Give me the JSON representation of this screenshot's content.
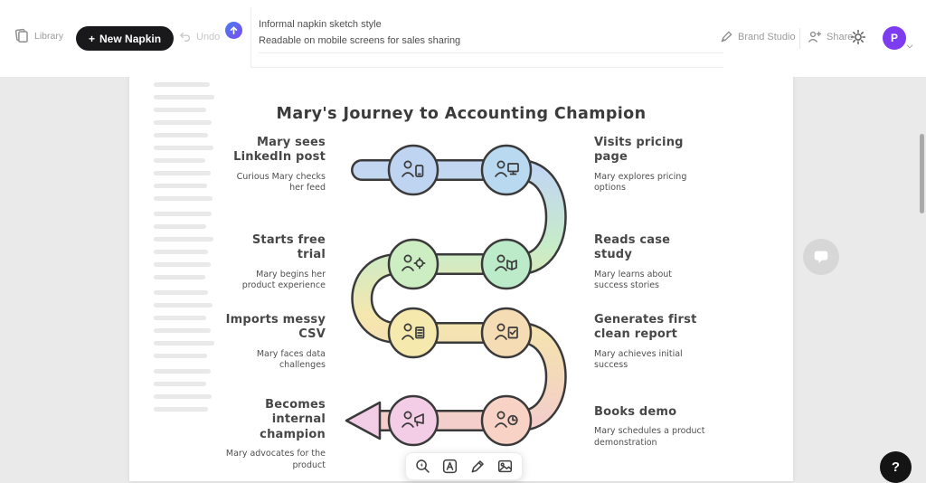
{
  "toolbar": {
    "library_label": "Library",
    "new_napkin_label": "New Napkin",
    "new_napkin_plus": "+",
    "undo_label": "Undo",
    "prompt": {
      "line1": "Informal napkin sketch style",
      "line2": "Readable on mobile screens for sales sharing"
    },
    "brand_studio_label": "Brand Studio",
    "share_label": "Share",
    "avatar_initial": "P"
  },
  "canvas": {
    "title": "Mary's Journey to Accounting Champion",
    "steps": [
      {
        "title": "Mary sees LinkedIn post",
        "subtitle": "Curious Mary checks her feed",
        "color": "#bfd4f1",
        "icon": "person-phone-icon"
      },
      {
        "title": "Visits pricing page",
        "subtitle": "Mary explores pricing options",
        "color": "#b9d9f0",
        "icon": "person-monitor-icon"
      },
      {
        "title": "Reads case study",
        "subtitle": "Mary learns about success stories",
        "color": "#bcebc9",
        "icon": "person-book-icon"
      },
      {
        "title": "Starts free trial",
        "subtitle": "Mary begins her product experience",
        "color": "#cdeec2",
        "icon": "person-gear-icon"
      },
      {
        "title": "Imports messy CSV",
        "subtitle": "Mary faces data challenges",
        "color": "#f6e9ad",
        "icon": "person-document-icon"
      },
      {
        "title": "Generates first clean report",
        "subtitle": "Mary achieves initial success",
        "color": "#f6dcb4",
        "icon": "person-checklist-icon"
      },
      {
        "title": "Books demo",
        "subtitle": "Mary schedules a product demonstration",
        "color": "#f8d2c5",
        "icon": "person-clock-icon"
      },
      {
        "title": "Becomes internal champion",
        "subtitle": "Mary advocates for the product",
        "color": "#f3cce5",
        "icon": "person-megaphone-icon"
      }
    ],
    "path_gradient": [
      "#c2d6f2",
      "#c7ecc8",
      "#f5e7ae",
      "#f4dab8",
      "#f3cecb"
    ]
  },
  "bottom_toolbar": {
    "tools": [
      {
        "icon": "beautify-wand-icon"
      },
      {
        "icon": "text-style-icon"
      },
      {
        "icon": "pen-icon"
      },
      {
        "icon": "image-icon"
      }
    ]
  },
  "help_fab": {
    "label": "?"
  },
  "colors": {
    "background": "#eaeaea",
    "page": "#ffffff",
    "outline": "#3a3a3a",
    "primary_button": "#19191c",
    "avatar": "#7d3cf0",
    "spark_gradient_start": "#4a7df0",
    "spark_gradient_end": "#7a4af0"
  }
}
